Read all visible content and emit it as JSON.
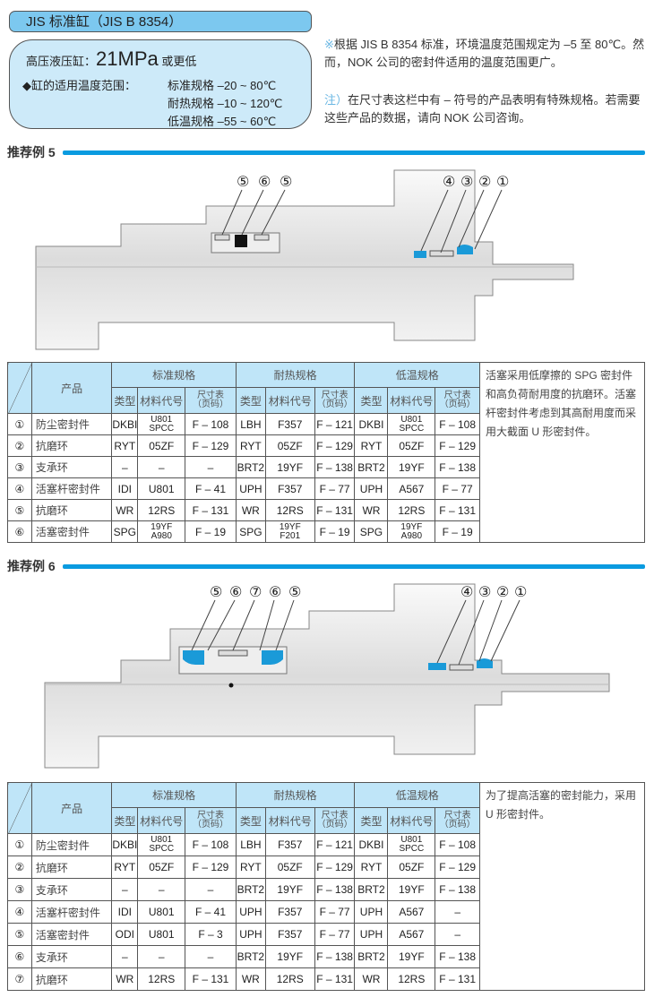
{
  "header": {
    "title": "JIS 标准缸（JIS B 8354）"
  },
  "info": {
    "pressure_label": "高压液压缸：",
    "pressure_value": "21MPa",
    "pressure_suffix": "或更低",
    "temp_label": "◆缸的适用温度范围：",
    "temps": [
      "标准规格 –20 ~ 80℃",
      "耐热规格 –10 ~ 120℃",
      "低温规格 –55 ~ 60℃"
    ]
  },
  "notes": {
    "mark1": "※",
    "note1": "根据 JIS B 8354 标准，环境温度范围规定为 –5 至 80℃。然而，NOK 公司的密封件适用的温度范围更广。",
    "mark2": "注）",
    "note2": "在尺寸表这栏中有 – 符号的产品表明有特殊规格。若需要这些产品的数据，请向 NOK 公司咨询。"
  },
  "example5": {
    "title": "推荐例 5",
    "callouts_left": [
      "⑤",
      "⑥",
      "⑤"
    ],
    "callouts_right": [
      "④",
      "③",
      "②",
      "①"
    ],
    "headers": {
      "product": "产品",
      "groups": [
        "标准规格",
        "耐热规格",
        "低温规格"
      ],
      "type": "类型",
      "material": "材料代号",
      "size1": "尺寸表",
      "size2": "（页码）"
    },
    "rows": [
      [
        "①",
        "防尘密封件",
        "DKBI",
        "U801\nSPCC",
        "F – 108",
        "LBH",
        "F357",
        "F – 121",
        "DKBI",
        "U801\nSPCC",
        "F – 108"
      ],
      [
        "②",
        "抗磨环",
        "RYT",
        "05ZF",
        "F – 129",
        "RYT",
        "05ZF",
        "F – 129",
        "RYT",
        "05ZF",
        "F – 129"
      ],
      [
        "③",
        "支承环",
        "–",
        "–",
        "–",
        "BRT2",
        "19YF",
        "F – 138",
        "BRT2",
        "19YF",
        "F – 138"
      ],
      [
        "④",
        "活塞杆密封件",
        "IDI",
        "U801",
        "F – 41",
        "UPH",
        "F357",
        "F – 77",
        "UPH",
        "A567",
        "F – 77"
      ],
      [
        "⑤",
        "抗磨环",
        "WR",
        "12RS",
        "F – 131",
        "WR",
        "12RS",
        "F – 131",
        "WR",
        "12RS",
        "F – 131"
      ],
      [
        "⑥",
        "活塞密封件",
        "SPG",
        "19YF\nA980",
        "F – 19",
        "SPG",
        "19YF\nF201",
        "F – 19",
        "SPG",
        "19YF\nA980",
        "F – 19"
      ]
    ],
    "remark": "活塞采用低摩擦的 SPG 密封件和高负荷耐用度的抗磨环。活塞杆密封件考虑到其高耐用度而采用大截面 U 形密封件。"
  },
  "example6": {
    "title": "推荐例 6",
    "callouts_left": [
      "⑤",
      "⑥",
      "⑦",
      "⑥",
      "⑤"
    ],
    "callouts_right": [
      "④",
      "③",
      "②",
      "①"
    ],
    "headers": {
      "product": "产品",
      "groups": [
        "标准规格",
        "耐热规格",
        "低温规格"
      ],
      "type": "类型",
      "material": "材料代号",
      "size1": "尺寸表",
      "size2": "（页码）"
    },
    "rows": [
      [
        "①",
        "防尘密封件",
        "DKBI",
        "U801\nSPCC",
        "F – 108",
        "LBH",
        "F357",
        "F – 121",
        "DKBI",
        "U801\nSPCC",
        "F – 108"
      ],
      [
        "②",
        "抗磨环",
        "RYT",
        "05ZF",
        "F – 129",
        "RYT",
        "05ZF",
        "F – 129",
        "RYT",
        "05ZF",
        "F – 129"
      ],
      [
        "③",
        "支承环",
        "–",
        "–",
        "–",
        "BRT2",
        "19YF",
        "F – 138",
        "BRT2",
        "19YF",
        "F – 138"
      ],
      [
        "④",
        "活塞杆密封件",
        "IDI",
        "U801",
        "F – 41",
        "UPH",
        "F357",
        "F – 77",
        "UPH",
        "A567",
        "–"
      ],
      [
        "⑤",
        "活塞密封件",
        "ODI",
        "U801",
        "F – 3",
        "UPH",
        "F357",
        "F – 77",
        "UPH",
        "A567",
        "–"
      ],
      [
        "⑥",
        "支承环",
        "–",
        "–",
        "–",
        "BRT2",
        "19YF",
        "F – 138",
        "BRT2",
        "19YF",
        "F – 138"
      ],
      [
        "⑦",
        "抗磨环",
        "WR",
        "12RS",
        "F – 131",
        "WR",
        "12RS",
        "F – 131",
        "WR",
        "12RS",
        "F – 131"
      ]
    ],
    "remark": "为了提高活塞的密封能力，采用 U 形密封件。"
  },
  "colors": {
    "accent": "#0a9be0",
    "header_fill": "#bfe5f8",
    "seal": "#1a9ad8"
  }
}
